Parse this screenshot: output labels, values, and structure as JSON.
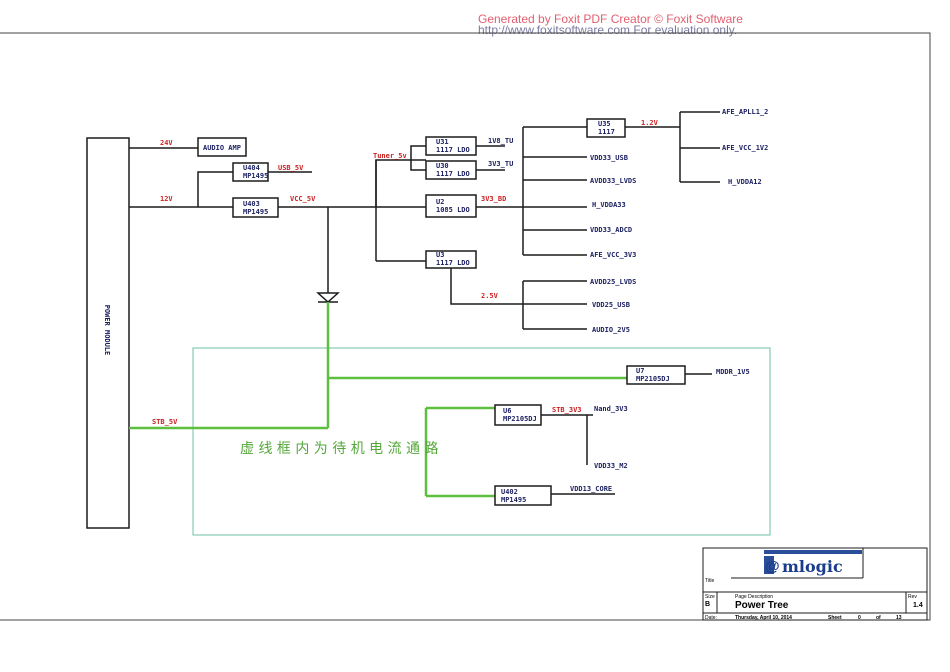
{
  "watermark": {
    "line1": "Generated by Foxit PDF Creator © Foxit Software",
    "line2": "http://www.foxitsoftware.com   For evaluation only."
  },
  "diagram": {
    "power_module": "POWER MODULE",
    "rails": {
      "v24": "24V",
      "v12": "12V",
      "usb5v": "USB_5V",
      "vcc5v": "VCC_5V",
      "tuner5v": "Tuner_5v",
      "v1v8tu": "1V8_TU",
      "v3v3tu": "3V3_TU",
      "v3v3bd": "3V3_BD",
      "v1v2": "1.2V",
      "v2v5": "2.5V",
      "stb5v": "STB_5V",
      "stb3v3": "STB_3V3"
    },
    "blocks": {
      "audio_amp": "AUDIO AMP",
      "u404_ref": "U404",
      "u404_part": "MP1495",
      "u403_ref": "U403",
      "u403_part": "MP1495",
      "u31_ref": "U31",
      "u31_part": "1117 LDO",
      "u30_ref": "U30",
      "u30_part": "1117 LDO",
      "u2_ref": "U2",
      "u2_part": "1085 LDO",
      "u3_ref": "U3",
      "u3_part": "1117 LDO",
      "u35_ref": "U35",
      "u35_part": "1117",
      "u7_ref": "U7",
      "u7_part": "MP2105DJ",
      "u6_ref": "U6",
      "u6_part": "MP2105DJ",
      "u402_ref": "U402",
      "u402_part": "MP1495"
    },
    "outputs": {
      "afe_apll1_2": "AFE_APLL1_2",
      "afe_vcc_1v2": "AFE_VCC_1V2",
      "h_vdda12": "H_VDDA12",
      "vdd33_usb": "VDD33_USB",
      "avdd33_lvds": "AVDD33_LVDS",
      "h_vdda33": "H_VDDA33",
      "vdd33_adcd": "VDD33_ADCD",
      "afe_vcc_3v3": "AFE_VCC_3V3",
      "avdd25_lvds": "AVDD25_LVDS",
      "vdd25_usb": "VDD25_USB",
      "audio_2v5": "AUDIO_2V5",
      "mddr_1v5": "MDDR_1V5",
      "nand_3v3": "Nand_3V3",
      "vdd33_m2": "VDD33_M2",
      "vdd13_core": "VDD13_CORE"
    },
    "standby_note": "虚 线 框 内 为 待 机 电 流 通 路"
  },
  "title_block": {
    "logo_text": "mlogic",
    "logo_glyph": "@",
    "title_label": "Title",
    "size_label": "Size",
    "size_value": "B",
    "page_desc_label": "Page Description",
    "page_desc_value": "Power Tree",
    "rev_label": "Rev",
    "rev_value": "1.4",
    "date_label": "Date:",
    "date_value": "Thursday, April 10, 2014",
    "sheet_label": "Sheet",
    "sheet_value": "0",
    "of_label": "of",
    "of_value": "13"
  },
  "colors": {
    "wire": "#1c1c1c",
    "label": "#1a1f60",
    "rail": "#cc2222",
    "standby": "#5dbf3f",
    "frame": "#6ec0a0"
  }
}
